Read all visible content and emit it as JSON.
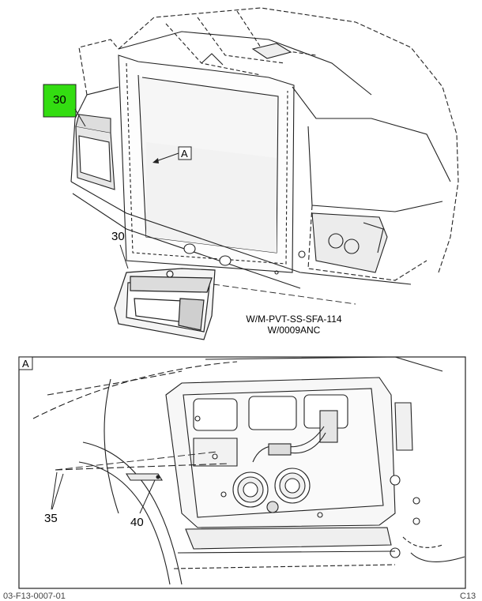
{
  "top_view": {
    "callout_highlighted": "30",
    "callout_detail": "A",
    "callout_lower": "30",
    "ref_line1": "W/M-PVT-SS-SFA-114",
    "ref_line2": "W/0009ANC"
  },
  "detail_view": {
    "tag": "A",
    "callout_35": "35",
    "callout_40": "40"
  },
  "footer": {
    "left": "03-F13-0007-01",
    "right": "C13"
  },
  "colors": {
    "highlight_fill": "#33dd11",
    "line": "#222222",
    "shade": "#d8d8d8"
  }
}
